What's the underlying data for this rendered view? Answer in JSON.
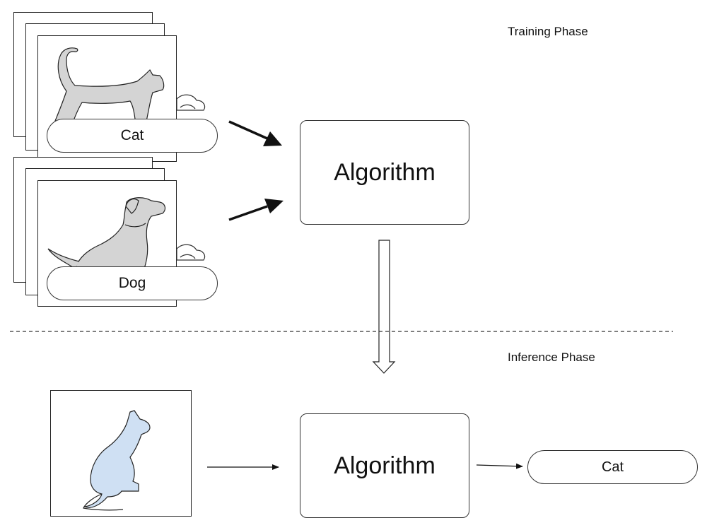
{
  "training": {
    "phase_label": "Training Phase",
    "examples": [
      {
        "label": "Cat",
        "image": "cat-walking-icon"
      },
      {
        "label": "Dog",
        "image": "dog-sitting-icon"
      }
    ],
    "algorithm_label": "Algorithm"
  },
  "inference": {
    "phase_label": "Inference Phase",
    "input_image": "cat-sitting-icon",
    "algorithm_label": "Algorithm",
    "output_label": "Cat"
  },
  "colors": {
    "silhouette_gray": "#d4d4d4",
    "silhouette_blue": "#cfe0f3",
    "stroke": "#222222"
  }
}
